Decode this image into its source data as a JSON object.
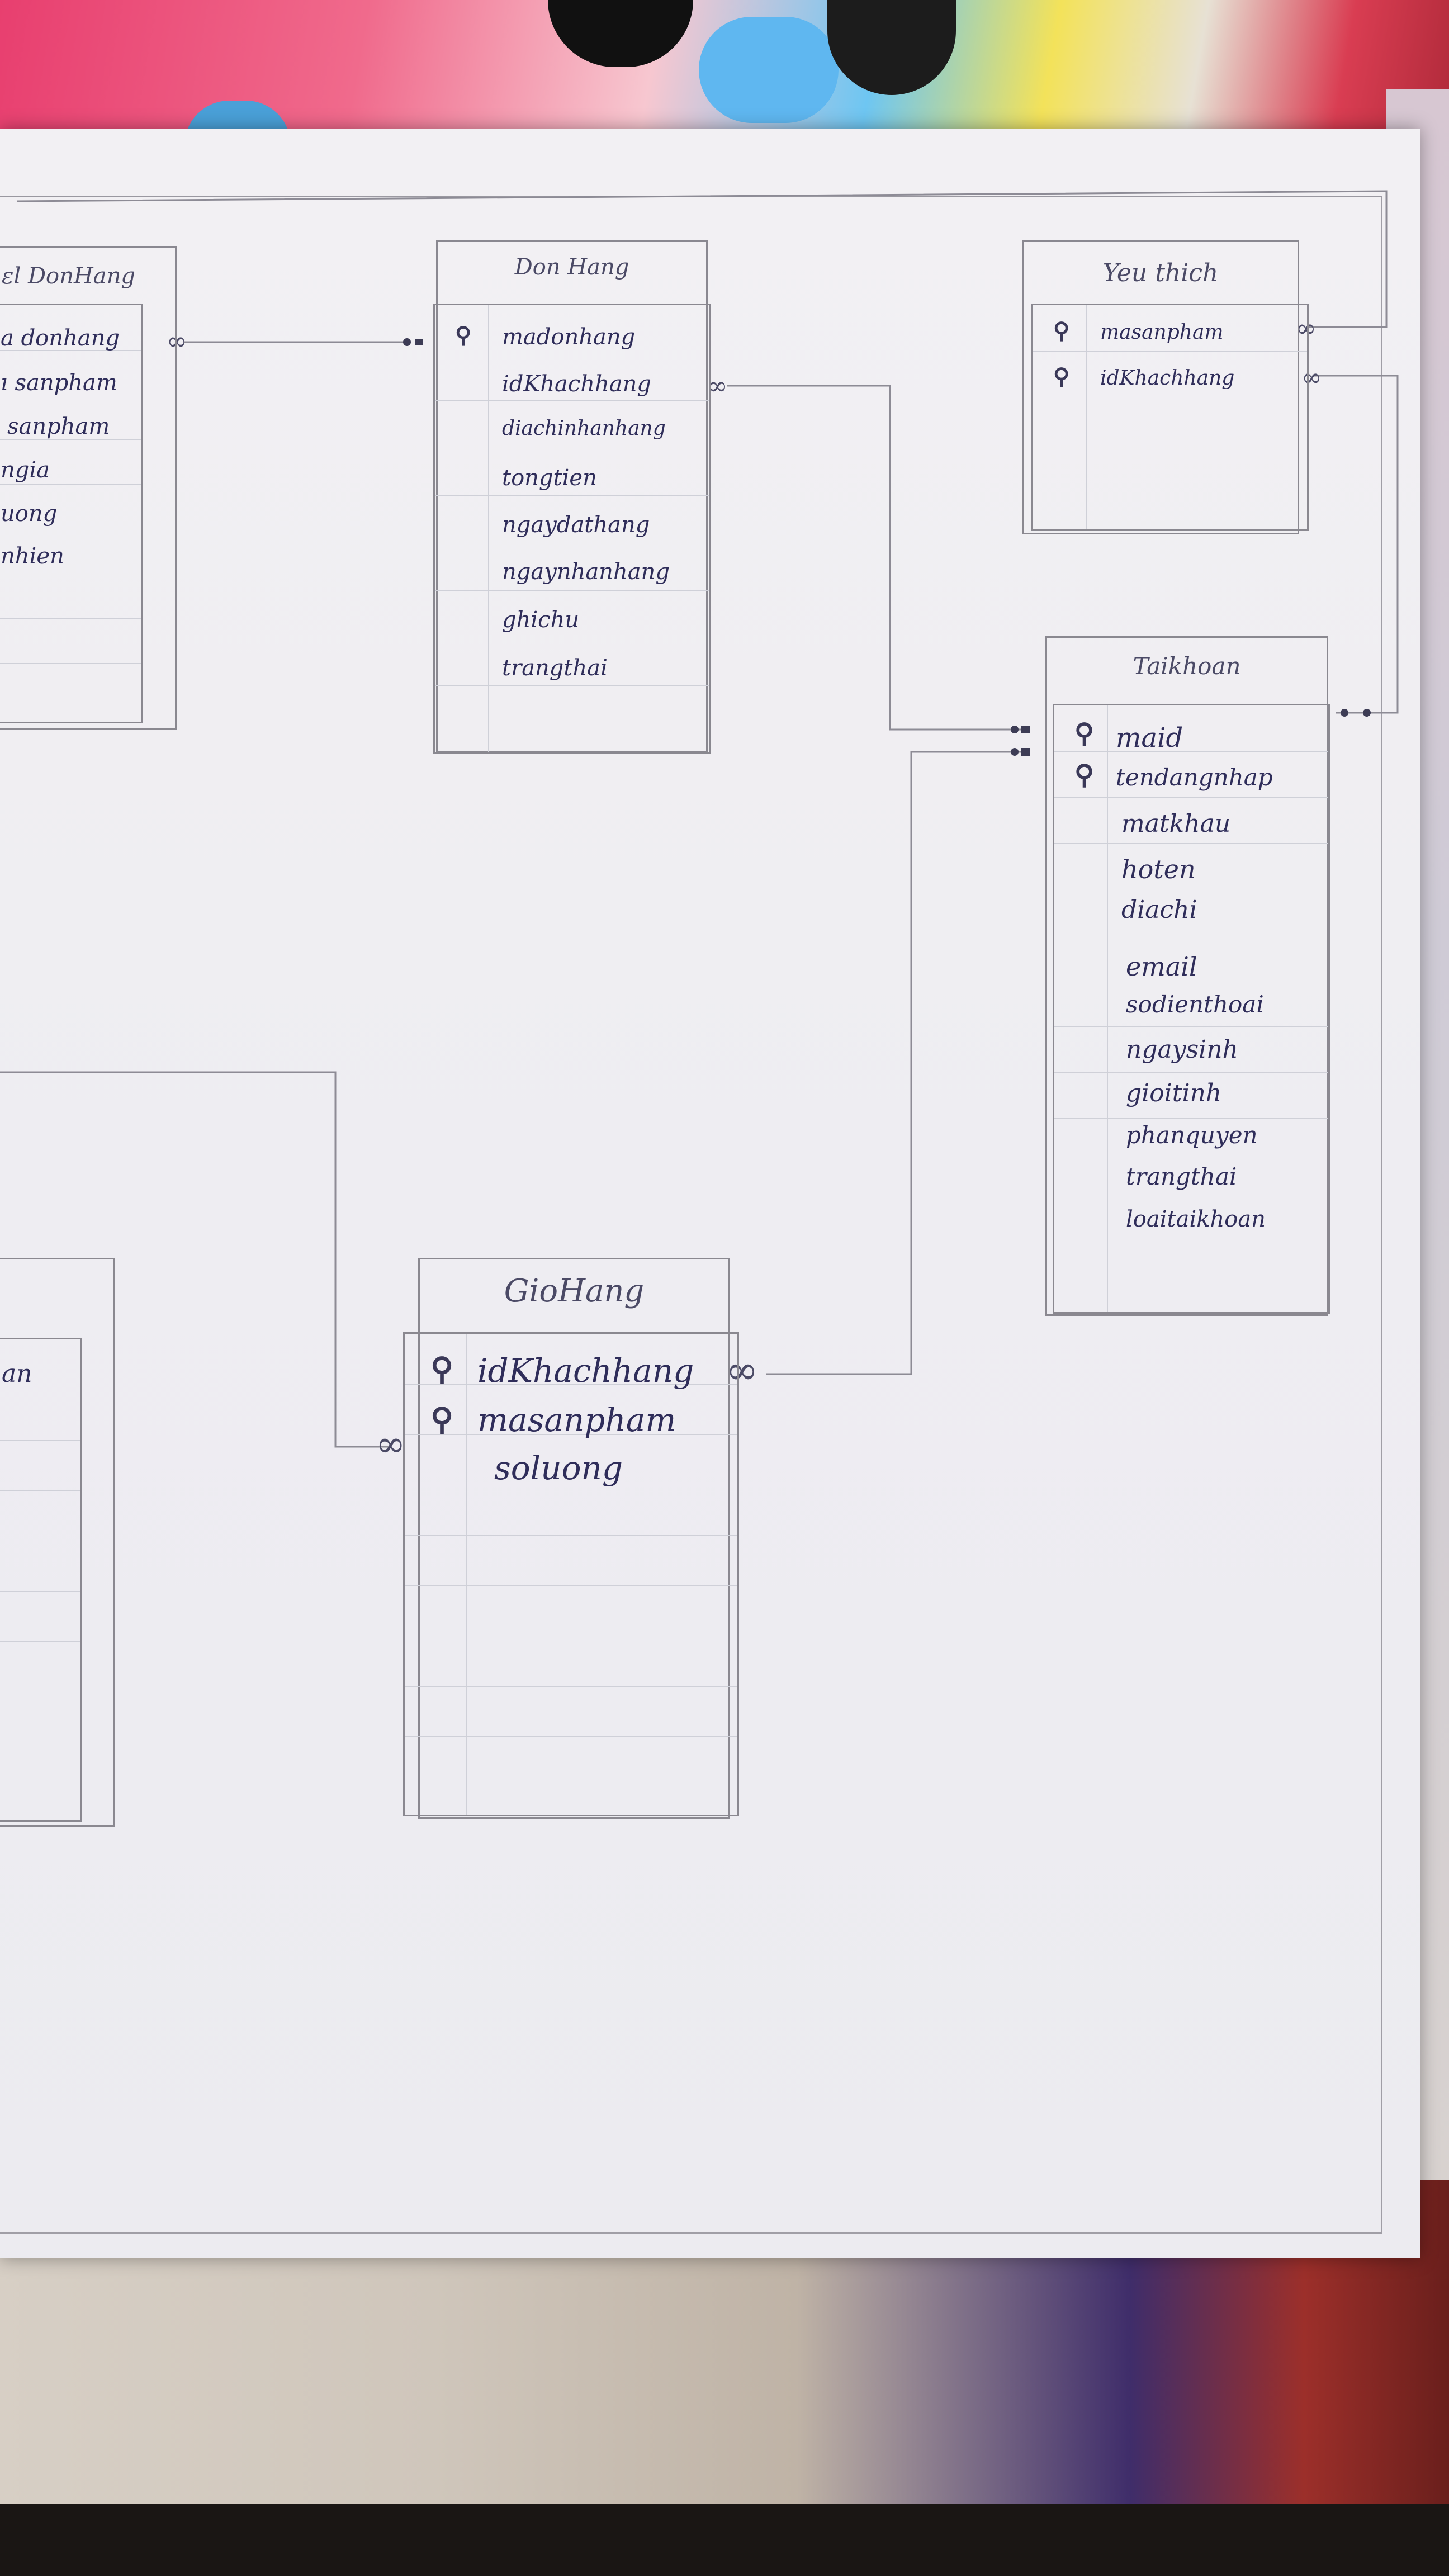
{
  "diagram": {
    "entities": {
      "chitiet_donhang": {
        "title": "ɛl DonHang",
        "fields": [
          "a donhang",
          "ı sanpham",
          "sanpham",
          "ngia",
          "uong",
          "nhien"
        ]
      },
      "donhang": {
        "title": "Don Hang",
        "fields": [
          {
            "name": "madonhang",
            "key": true
          },
          {
            "name": "idKhachhang",
            "key": false
          },
          {
            "name": "diachinhanhang",
            "key": false
          },
          {
            "name": "tongtien",
            "key": false
          },
          {
            "name": "ngaydathang",
            "key": false
          },
          {
            "name": "ngaynhanhang",
            "key": false
          },
          {
            "name": "ghichu",
            "key": false
          },
          {
            "name": "trangthai",
            "key": false
          }
        ]
      },
      "yeuthich": {
        "title": "Yeu thich",
        "fields": [
          {
            "name": "masanpham",
            "key": true
          },
          {
            "name": "idKhachhang",
            "key": true
          }
        ]
      },
      "taikhoan": {
        "title": "Taikhoan",
        "fields": [
          {
            "name": "maid",
            "key": true
          },
          {
            "name": "tendangnhap",
            "key": true
          },
          {
            "name": "matkhau",
            "key": false
          },
          {
            "name": "hoten",
            "key": false
          },
          {
            "name": "diachi",
            "key": false
          },
          {
            "name": "email",
            "key": false
          },
          {
            "name": "sodienthoai",
            "key": false
          },
          {
            "name": "ngaysinh",
            "key": false
          },
          {
            "name": "gioitinh",
            "key": false
          },
          {
            "name": "phanquyen",
            "key": false
          },
          {
            "name": "trangthai",
            "key": false
          },
          {
            "name": "loaitaikhoan",
            "key": false
          }
        ]
      },
      "giohang": {
        "title": "GioHang",
        "fields": [
          {
            "name": "idKhachhang",
            "key": true
          },
          {
            "name": "masanpham",
            "key": true
          },
          {
            "name": "soluong",
            "key": false
          }
        ]
      },
      "sanpham_partial": {
        "fields": [
          "an"
        ]
      }
    },
    "key_symbol": "⚲",
    "many_symbol": "∞"
  }
}
